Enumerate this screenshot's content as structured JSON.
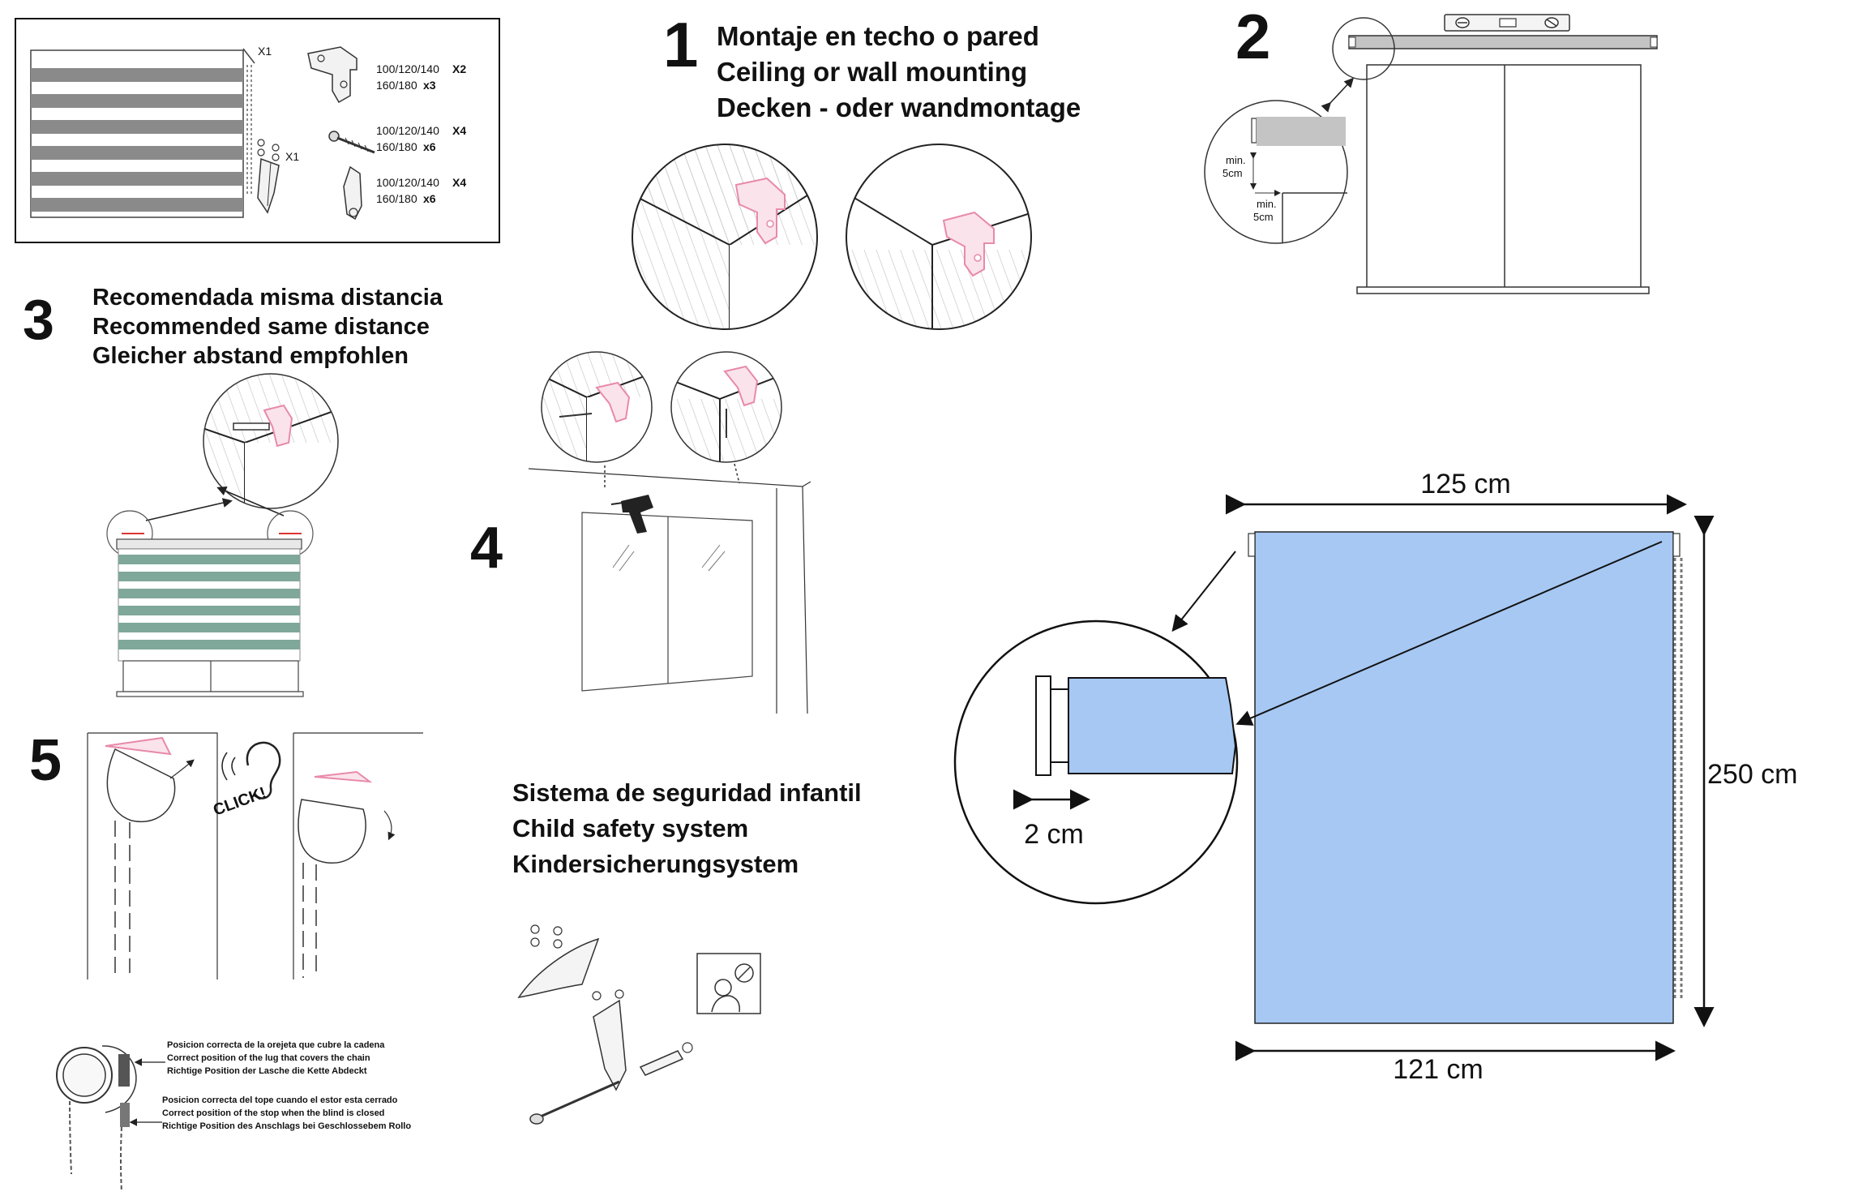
{
  "parts_box": {
    "blind_qty": "X1",
    "bracket_line1": "100/120/140",
    "bracket_qty1": "X2",
    "bracket_line2": "160/180",
    "bracket_qty2": "x3",
    "screw_line1": "100/120/140",
    "screw_qty1": "X4",
    "screw_line2": "160/180",
    "screw_qty2": "x6",
    "plug_line1": "100/120/140",
    "plug_qty1": "X4",
    "plug_line2": "160/180",
    "plug_qty2": "x6",
    "clip_qty": "X1"
  },
  "step1": {
    "number": "1",
    "line_es": "Montaje en techo o pared",
    "line_en": "Ceiling or wall mounting",
    "line_de": "Decken - oder wandmontage"
  },
  "step2": {
    "number": "2",
    "min_vertical": "min.\n5cm",
    "min_vertical_a": "min.",
    "min_vertical_b": "5cm",
    "min_horizontal_a": "min.",
    "min_horizontal_b": "5cm"
  },
  "step3": {
    "number": "3",
    "line_es": "Recomendada misma distancia",
    "line_en": "Recommended same distance",
    "line_de": "Gleicher abstand empfohlen"
  },
  "step4": {
    "number": "4"
  },
  "step5": {
    "number": "5",
    "click_label": "CLICK!",
    "lug_es": "Posicion correcta de la orejeta que cubre la cadena",
    "lug_en": "Correct position of the lug that covers the chain",
    "lug_de": "Richtige Position der Lasche die Kette Abdeckt",
    "stop_es": "Posicion correcta del tope cuando el estor esta cerrado",
    "stop_en": "Correct position of the stop when the blind is closed",
    "stop_de": "Richtige Position des Anschlags bei Geschlossebem Rollo"
  },
  "child_safety": {
    "line_es": "Sistema de seguridad infantil",
    "line_en": "Child safety system",
    "line_de": "Kindersicherungsystem"
  },
  "dimensions": {
    "top_width": "125 cm",
    "height": "250 cm",
    "fabric_width": "121 cm",
    "bracket_depth": "2 cm",
    "fabric_color": "#a6c8f3"
  }
}
